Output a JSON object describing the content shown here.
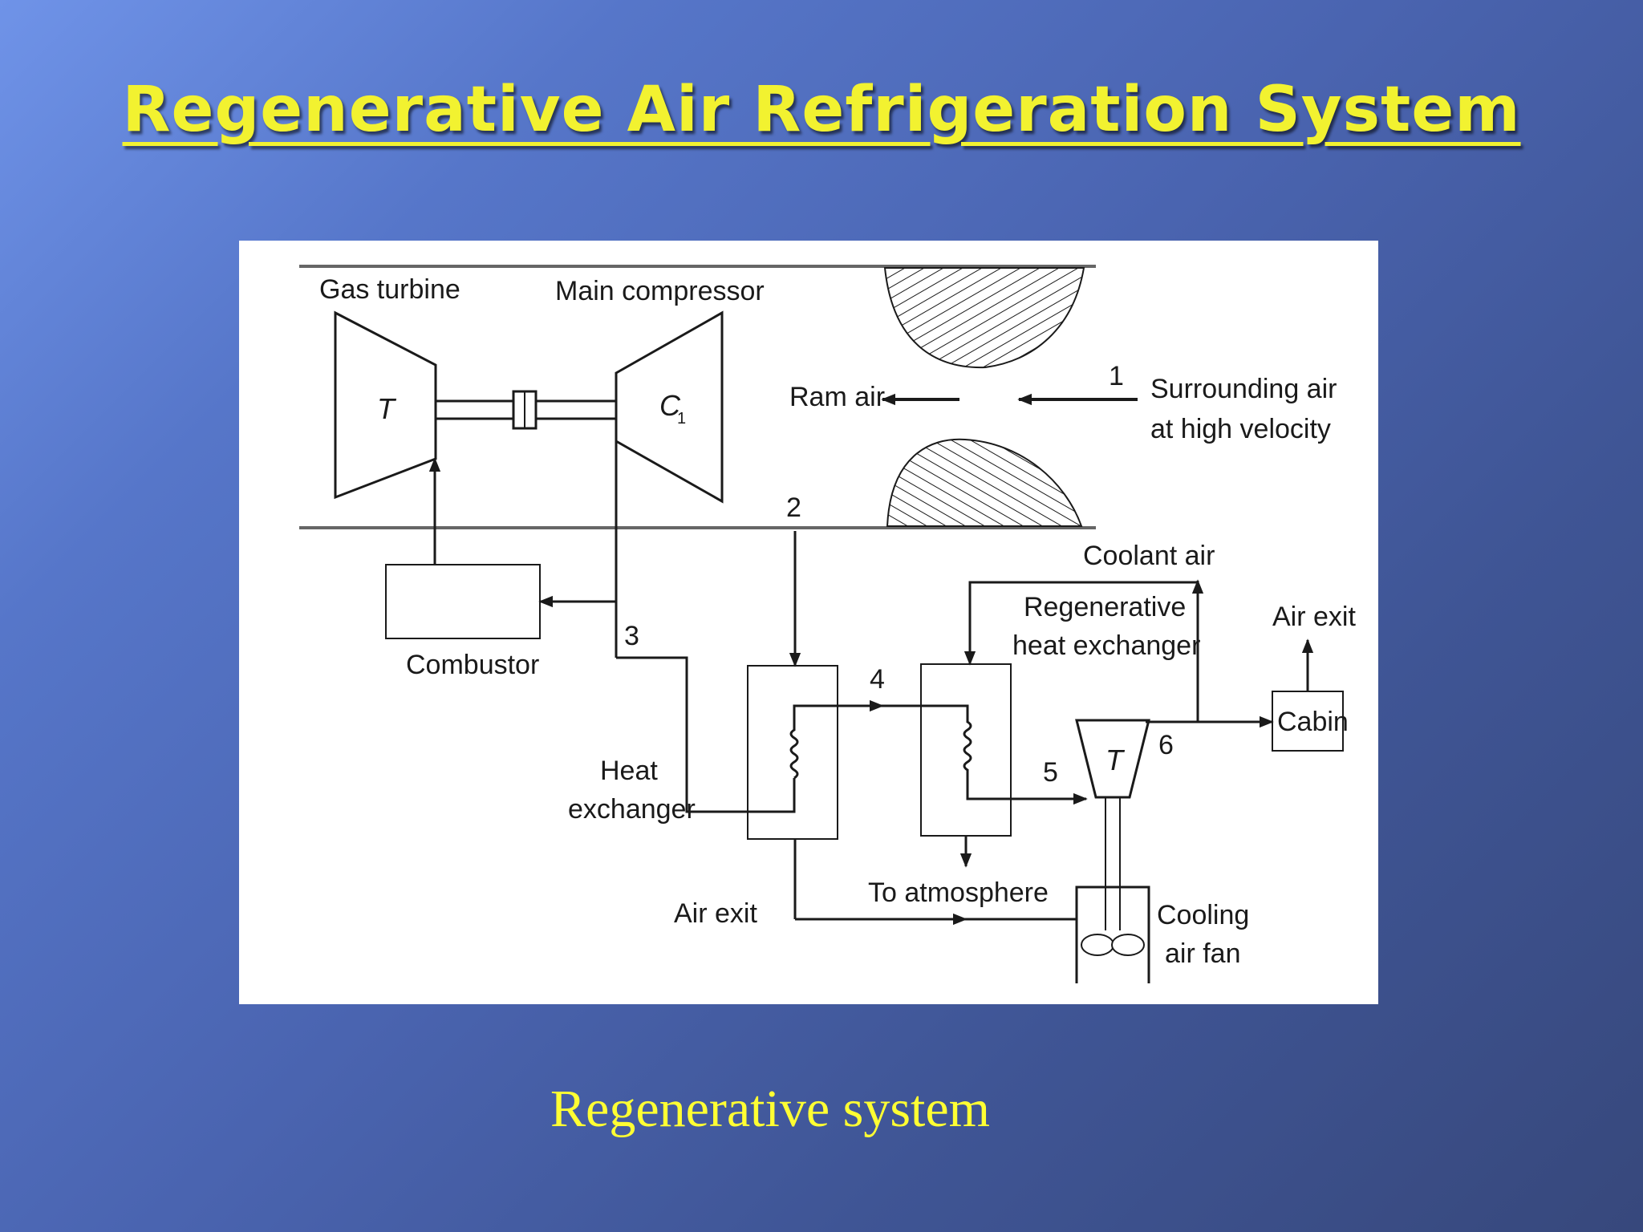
{
  "slide": {
    "title": "Regenerative Air Refrigeration System",
    "caption": "Regenerative system"
  },
  "diagram": {
    "labels": {
      "gas_turbine": "Gas turbine",
      "main_compressor": "Main compressor",
      "turbine_symbol": "T",
      "compressor_symbol": "C",
      "compressor_subscript": "1",
      "ram_air": "Ram air",
      "state_1": "1",
      "surrounding_air_line1": "Surrounding air",
      "surrounding_air_line2": "at high velocity",
      "state_2": "2",
      "coolant_air": "Coolant air",
      "combustor": "Combustor",
      "state_3": "3",
      "regen_hx_line1": "Regenerative",
      "regen_hx_line2": "heat exchanger",
      "air_exit_top": "Air exit",
      "state_4": "4",
      "cabin": "Cabin",
      "state_6": "6",
      "heat_exchanger_line1": "Heat",
      "heat_exchanger_line2": "exchanger",
      "state_5": "5",
      "cooling_turbine_symbol": "T",
      "to_atmosphere": "To atmosphere",
      "air_exit_bottom": "Air exit",
      "cooling_fan_line1": "Cooling",
      "cooling_fan_line2": "air fan"
    }
  },
  "colors": {
    "title": "#f2f230",
    "caption": "#ffff33",
    "background_light": "#6f93e8",
    "background_dark": "#37487c",
    "panel": "#ffffff",
    "ink": "#1a1a1a"
  }
}
